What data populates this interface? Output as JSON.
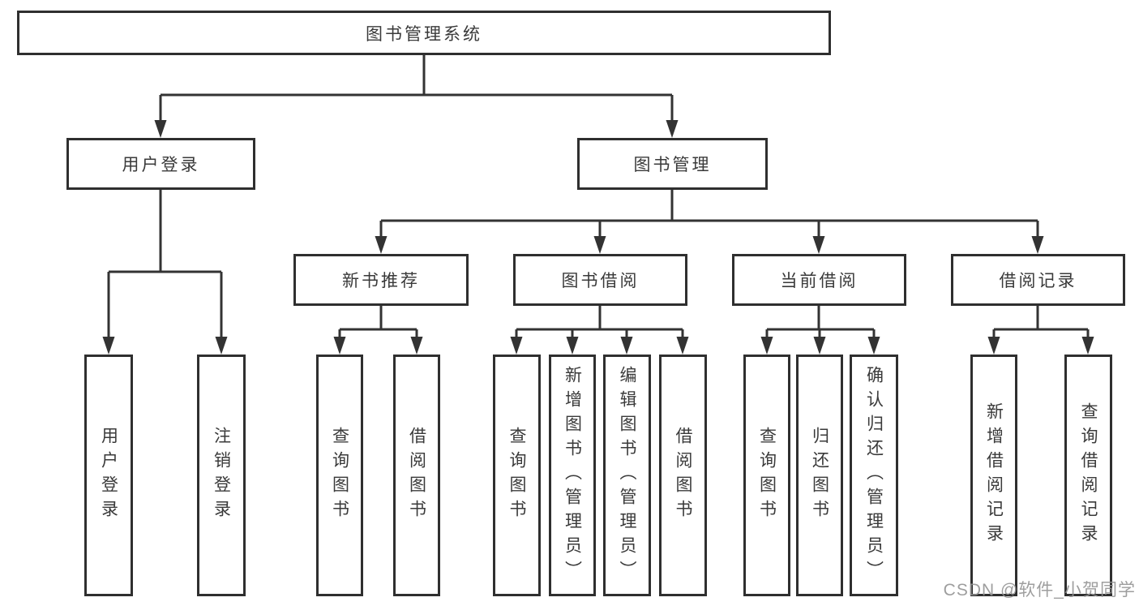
{
  "diagram_type": "functional-structure-tree",
  "tree": {
    "label": "图书管理系统",
    "children": [
      {
        "label": "用户登录",
        "children": [
          {
            "label": "用户登录"
          },
          {
            "label": "注销登录"
          }
        ]
      },
      {
        "label": "图书管理",
        "children": [
          {
            "label": "新书推荐",
            "children": [
              {
                "label": "查询图书"
              },
              {
                "label": "借阅图书"
              }
            ]
          },
          {
            "label": "图书借阅",
            "children": [
              {
                "label": "查询图书"
              },
              {
                "label": "新增图书（管理员）"
              },
              {
                "label": "编辑图书（管理员）"
              },
              {
                "label": "借阅图书"
              }
            ]
          },
          {
            "label": "当前借阅",
            "children": [
              {
                "label": "查询图书"
              },
              {
                "label": "归还图书"
              },
              {
                "label": "确认归还（管理员）"
              }
            ]
          },
          {
            "label": "借阅记录",
            "children": [
              {
                "label": "新增借阅记录"
              },
              {
                "label": "查询借阅记录"
              }
            ]
          }
        ]
      }
    ]
  },
  "watermark": {
    "text": "CSDN @软件_小贺同学"
  },
  "colors": {
    "line": "#333333",
    "box_border": "#2f2f2f",
    "box_fill": "#ffffff",
    "text": "#3a3a3a",
    "watermark": "#949494"
  }
}
